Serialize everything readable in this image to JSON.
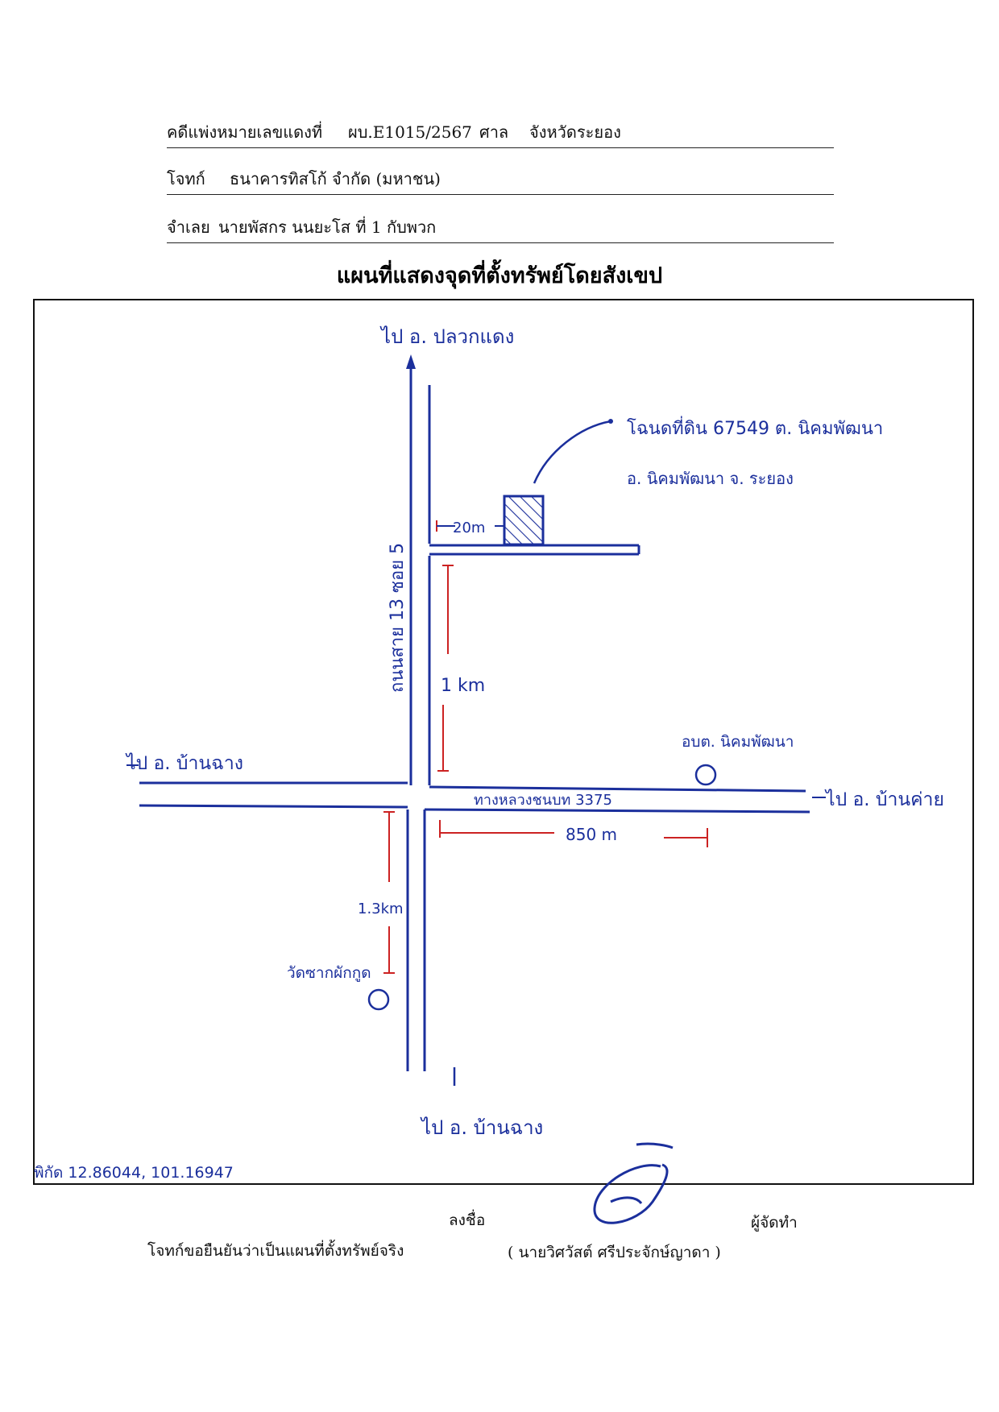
{
  "header": {
    "case_label": "คดีแพ่งหมายเลขแดงที่",
    "case_number": "ผบ.E1015/2567",
    "court_label": "ศาล",
    "court_name": "จังหวัดระยอง",
    "plaintiff_label": "โจทก์",
    "plaintiff_name": "ธนาคารทิสโก้ จำกัด (มหาชน)",
    "defendant_label": "จำเลย",
    "defendant_name": "นายพัสกร นนยะโส ที่ 1 กับพวก"
  },
  "title": "แผนที่แสดงจุดที่ตั้งทรัพย์โดยสังเขป",
  "map": {
    "to_north": "ไป อ. ปลวกแดง",
    "to_south": "ไป อ. บ้านฉาง",
    "to_west": "ไป อ. บ้านฉาง",
    "to_east": "ไป อ. บ้านค่าย",
    "vertical_road": "ถนนสาย 13 ซอย 5",
    "main_road": "ทางหลวงชนบท 3375",
    "property_line1": "โฉนดที่ดิน 67549 ต. นิคมพัฒนา",
    "property_line2": "อ. นิคมพัฒนา   จ. ระยอง",
    "dist_side": "20m",
    "dist_north": "1 km",
    "dist_east": "850 m",
    "dist_south": "1.3km",
    "landmark_east": "อบต. นิคมพัฒนา",
    "landmark_south": "วัดซากผักกูด",
    "coordinates": "พิกัด 12.86044, 101.16947",
    "colors": {
      "ink": "#1b2f9c",
      "measure": "#c22222"
    }
  },
  "footer": {
    "statement": "โจทก์ขอยืนยันว่าเป็นแผนที่ตั้งทรัพย์จริง",
    "sign_label": "ลงชื่อ",
    "role": "ผู้จัดทำ",
    "name": "( นายวิศวัสต์ ศรีประจักษ์ญาดา )"
  }
}
